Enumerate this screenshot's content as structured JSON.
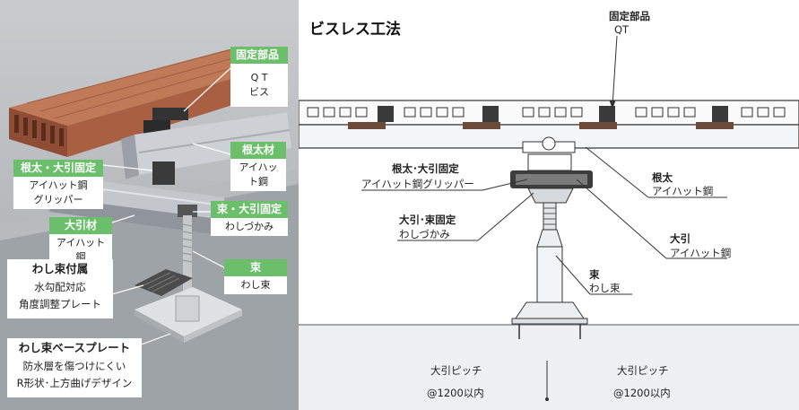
{
  "photo": {
    "labels": {
      "fixing_parts": {
        "tag": "固定部品",
        "lines": [
          "Q T",
          "ビス"
        ]
      },
      "joist_material": {
        "tag": "根太材",
        "lines": [
          "アイハット鋼"
        ]
      },
      "joist_beam_fixing": {
        "tag": "根太・大引固定",
        "lines": [
          "アイハット鋼",
          "グリッパー"
        ]
      },
      "post_beam_fixing": {
        "tag": "束・大引固定",
        "lines": [
          "わしづかみ"
        ]
      },
      "beam_material": {
        "tag": "大引材",
        "lines": [
          "アイハット鋼"
        ]
      },
      "post": {
        "tag": "束",
        "lines": [
          "わし束"
        ]
      }
    },
    "notes": {
      "accessory": {
        "title": "わし束付属",
        "lines": [
          "水勾配対応",
          "角度調整プレート"
        ]
      },
      "base_plate": {
        "title": "わし束ベースプレート",
        "lines": [
          "防水層を傷つけにくい",
          "R形状･上方曲げデザイン"
        ]
      }
    }
  },
  "drawing": {
    "title": "ビスレス工法",
    "callouts": {
      "fixing_parts": {
        "name": "固定部品",
        "value": "QT"
      },
      "joist_beam_fixing": {
        "name": "根太･大引固定",
        "value": "アイハット鋼グリッパー"
      },
      "joist": {
        "name": "根太",
        "value": "アイハット鋼"
      },
      "post_beam_fixing": {
        "name": "大引･束固定",
        "value": "わしづかみ"
      },
      "beam": {
        "name": "大引",
        "value": "アイハット鋼"
      },
      "post": {
        "name": "束",
        "value": "わし束"
      }
    },
    "pitch": [
      {
        "label": "大引ピッチ",
        "value": "@1200以内"
      },
      {
        "label": "大引ピッチ",
        "value": "@1200以内"
      }
    ]
  },
  "colors": {
    "label_green": "#6bbf6b",
    "deck_wood": "#b06a4c",
    "steel": "#c8ccd0",
    "clip_brown": "#6b4a3a"
  }
}
